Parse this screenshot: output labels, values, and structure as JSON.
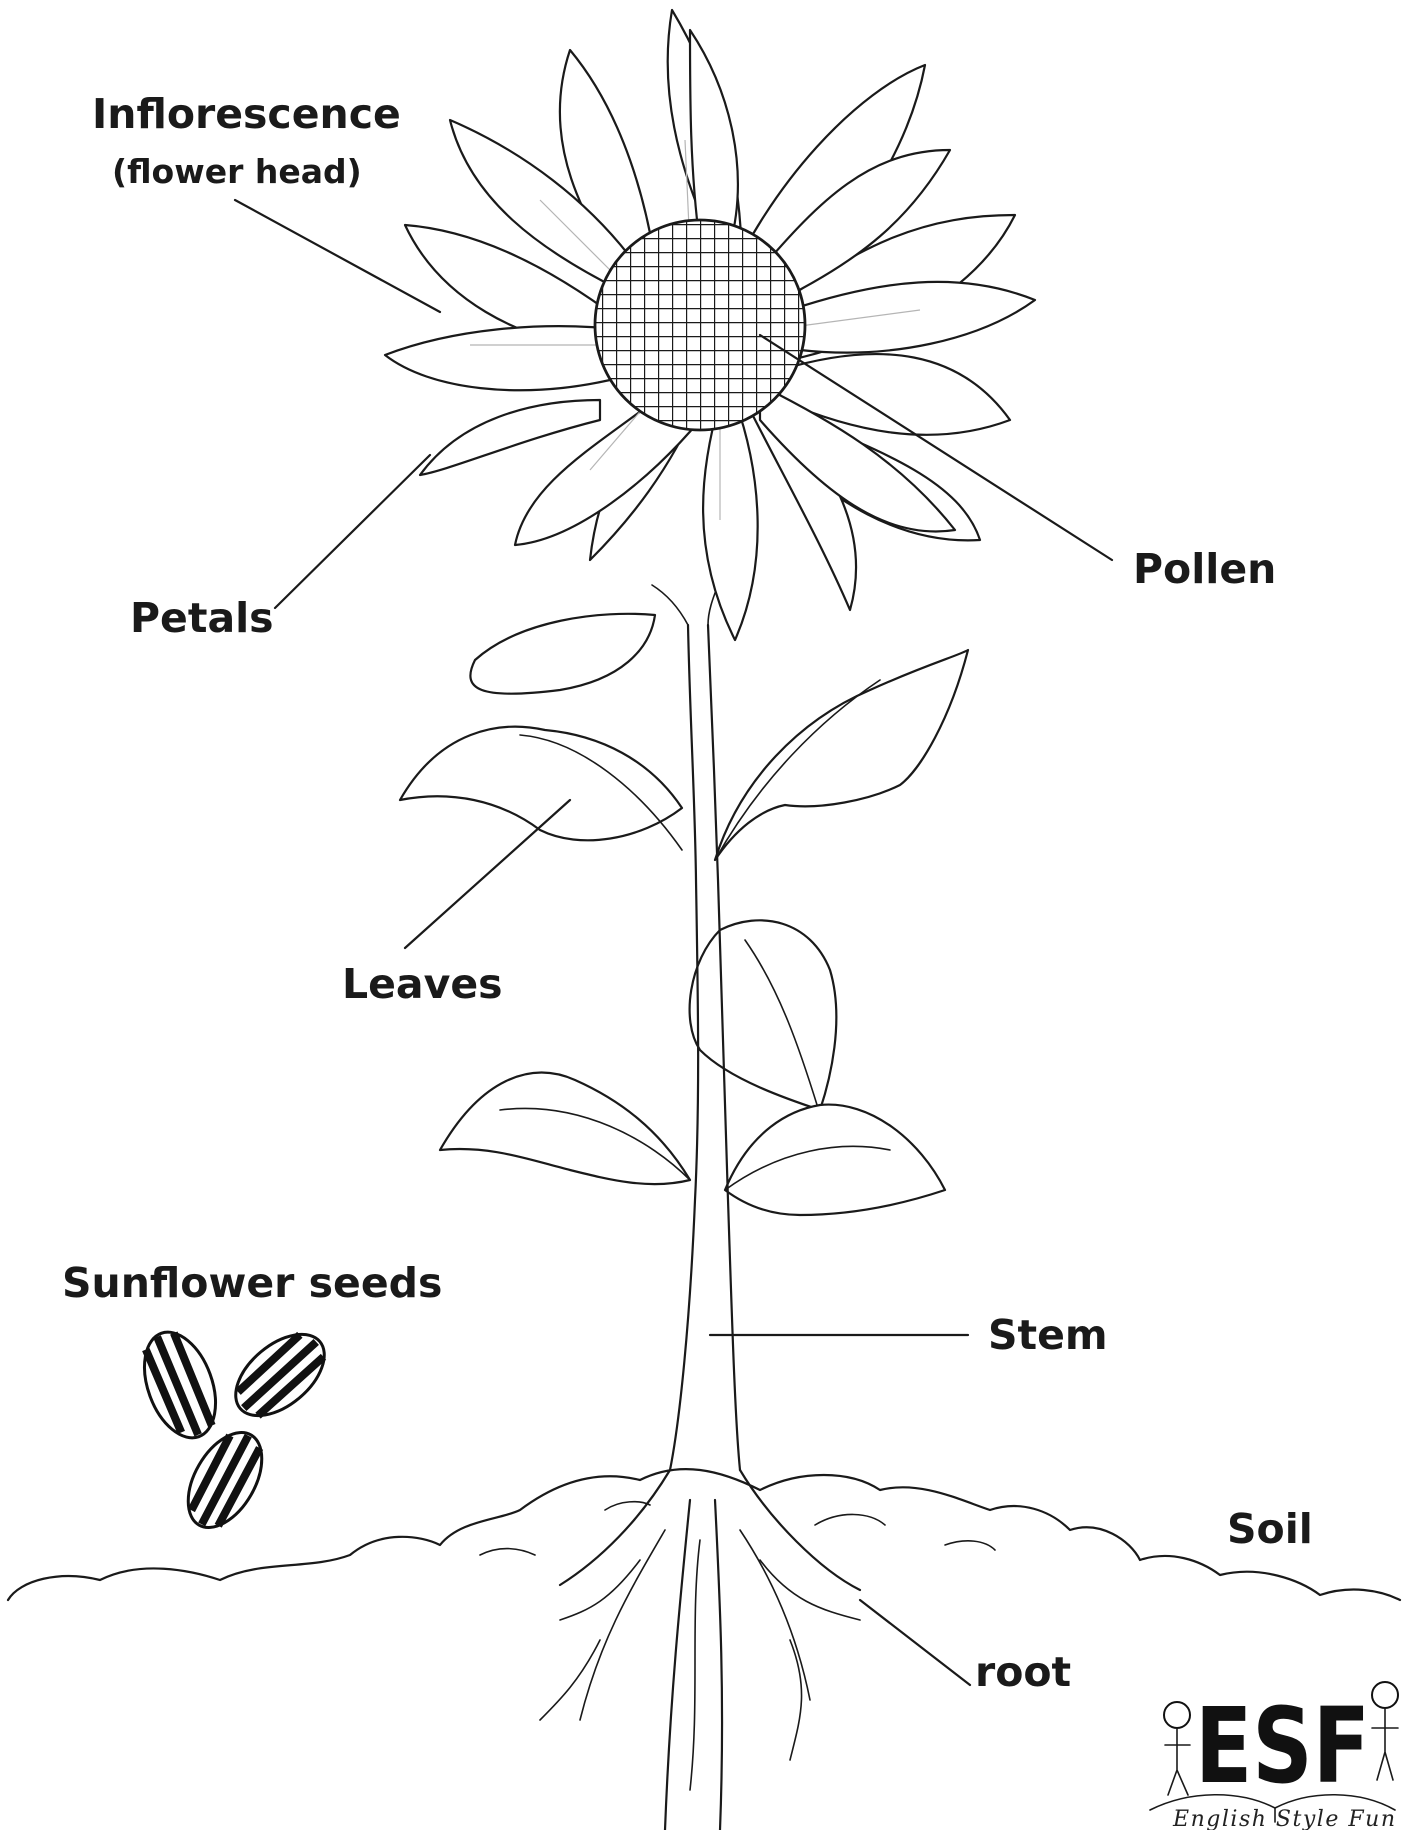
{
  "labels": {
    "inflorescence": "Inflorescence",
    "inflorescence_sub": "(flower head)",
    "petals": "Petals",
    "pollen": "Pollen",
    "leaves": "Leaves",
    "sunflower_seeds": "Sunflower seeds",
    "stem": "Stem",
    "soil": "Soil",
    "root": "root"
  },
  "logo": {
    "letters": "ESF",
    "brand": "English Style Fun"
  },
  "colors": {
    "ink": "#1a1a1a",
    "paper": "#ffffff",
    "seed_stripe": "#111111"
  }
}
